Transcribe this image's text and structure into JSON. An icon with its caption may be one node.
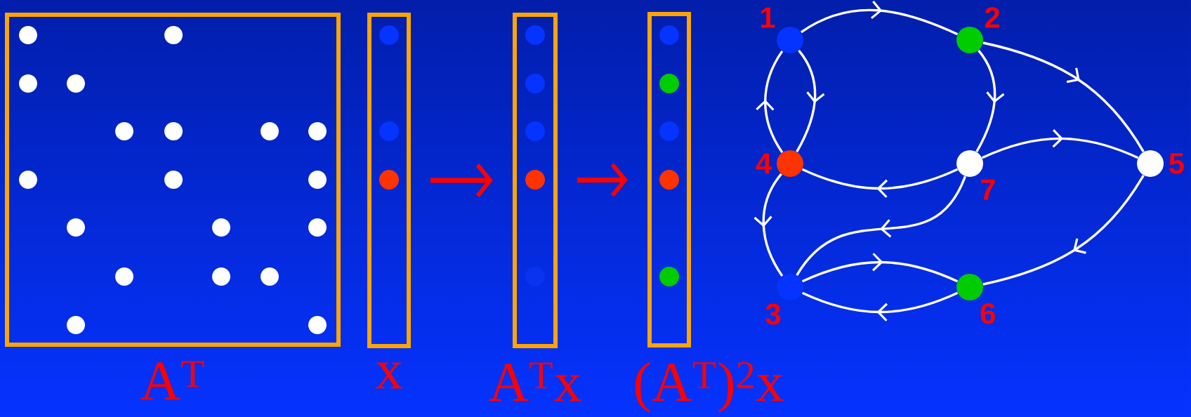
{
  "diagram": {
    "nodes": [
      {
        "text": [
          "A$^{T}$"
        ]
      },
      {
        "text": [
          "x"
        ]
      },
      {
        "text": [
          "A$^{T}$x"
        ]
      },
      {
        "text": [
          "(A$^{T}$)$^{2}$x"
        ]
      },
      {
        "text": [
          "1"
        ]
      },
      {
        "text": [
          "2"
        ]
      },
      {
        "text": [
          "3"
        ]
      },
      {
        "text": [
          "4"
        ]
      },
      {
        "text": [
          "5"
        ]
      },
      {
        "text": [
          "6"
        ]
      },
      {
        "text": [
          "7"
        ]
      }
    ],
    "edges": [
      {
        "from": 1,
        "to": 2,
        "arrow": "to",
        "style": "thick",
        "color": "#ff0000"
      },
      {
        "from": 2,
        "to": 3,
        "arrow": "to",
        "style": "thick",
        "color": "#ff0000"
      },
      {
        "from": 4,
        "to": 5,
        "arrow": "to"
      },
      {
        "from": 4,
        "to": 7,
        "arrow": "to"
      },
      {
        "from": 7,
        "to": 4,
        "arrow": "to"
      },
      {
        "from": 5,
        "to": 10,
        "arrow": "to"
      },
      {
        "from": 5,
        "to": 8,
        "arrow": "to"
      },
      {
        "from": 10,
        "to": 8,
        "arrow": "to"
      },
      {
        "from": 10,
        "to": 7,
        "arrow": "to"
      },
      {
        "from": 7,
        "to": 6,
        "arrow": "to"
      },
      {
        "from": 10,
        "to": 6,
        "arrow": "to"
      },
      {
        "from": 6,
        "to": 9,
        "arrow": "to"
      },
      {
        "from": 9,
        "to": 6,
        "arrow": "to"
      },
      {
        "from": 8,
        "to": 9,
        "arrow": "to"
      }
    ]
  }
}
